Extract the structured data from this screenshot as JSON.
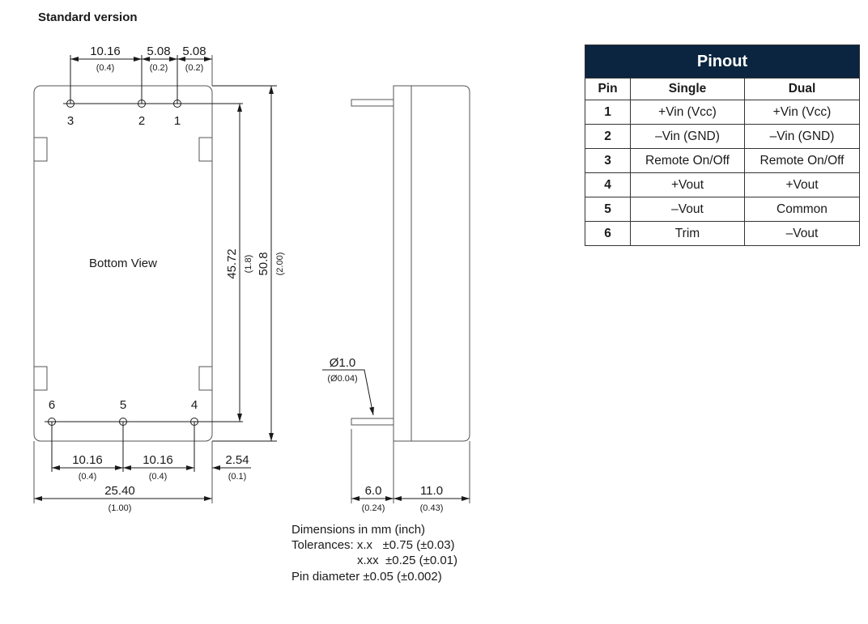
{
  "title": "Standard version",
  "bottom_view": {
    "label": "Bottom View",
    "pin_labels_top": [
      "3",
      "2",
      "1"
    ],
    "pin_labels_bottom": [
      "6",
      "5",
      "4"
    ],
    "dims_top": [
      {
        "mm": "10.16",
        "inch": "(0.4)"
      },
      {
        "mm": "5.08",
        "inch": "(0.2)"
      },
      {
        "mm": "5.08",
        "inch": "(0.2)"
      }
    ],
    "dims_bottom": [
      {
        "mm": "10.16",
        "inch": "(0.4)"
      },
      {
        "mm": "10.16",
        "inch": "(0.4)"
      },
      {
        "mm": "2.54",
        "inch": "(0.1)"
      }
    ],
    "width": {
      "mm": "25.40",
      "inch": "(1.00)"
    },
    "pin_span": {
      "mm": "45.72",
      "inch": "(1.8)"
    },
    "length": {
      "mm": "50.8",
      "inch": "(2.00)"
    }
  },
  "side_view": {
    "pin_diameter": {
      "mm": "Ø1.0",
      "inch": "(Ø0.04)"
    },
    "pin_length": {
      "mm": "6.0",
      "inch": "(0.24)"
    },
    "height": {
      "mm": "11.0",
      "inch": "(0.43)"
    }
  },
  "notes": {
    "line1": "Dimensions in mm (inch)",
    "line2": "Tolerances: x.x   ±0.75 (±0.03)",
    "line3": "x.xx  ±0.25 (±0.01)",
    "line4": "Pin diameter ±0.05 (±0.002)"
  },
  "pinout": {
    "title": "Pinout",
    "headers": [
      "Pin",
      "Single",
      "Dual"
    ],
    "rows": [
      [
        "1",
        "+Vin (Vcc)",
        "+Vin (Vcc)"
      ],
      [
        "2",
        "–Vin (GND)",
        "–Vin (GND)"
      ],
      [
        "3",
        "Remote On/Off",
        "Remote On/Off"
      ],
      [
        "4",
        "+Vout",
        "+Vout"
      ],
      [
        "5",
        "–Vout",
        "Common"
      ],
      [
        "6",
        "Trim",
        "–Vout"
      ]
    ],
    "header_color": "#0b2540"
  }
}
